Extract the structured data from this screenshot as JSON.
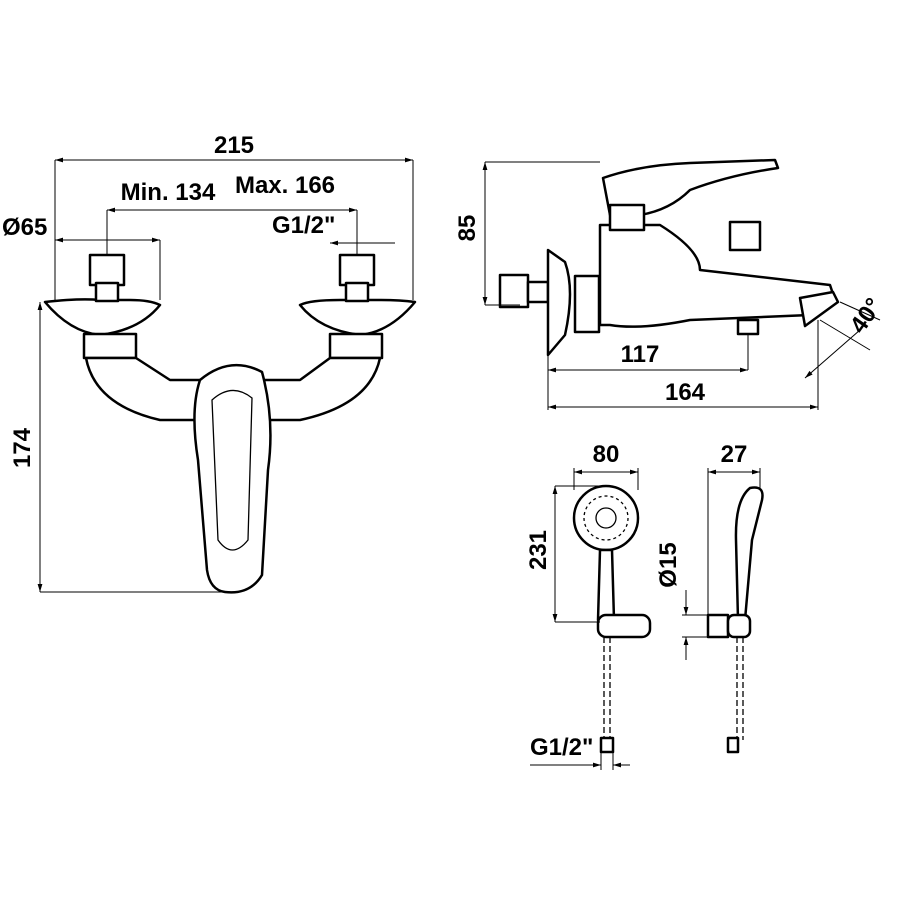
{
  "front_view": {
    "width_overall": "215",
    "min_centers": "Min. 134",
    "max_centers": "Max. 166",
    "flange_diameter": "Ø65",
    "thread": "G1/2\"",
    "height": "174"
  },
  "side_view": {
    "height": "85",
    "spout_offset": "117",
    "depth_overall": "164",
    "spout_angle": "40°"
  },
  "hand_shower_front": {
    "head_width": "80",
    "length": "231",
    "hose_thread": "G1/2\""
  },
  "hand_shower_side": {
    "head_depth": "27",
    "holder_diameter": "Ø15"
  }
}
